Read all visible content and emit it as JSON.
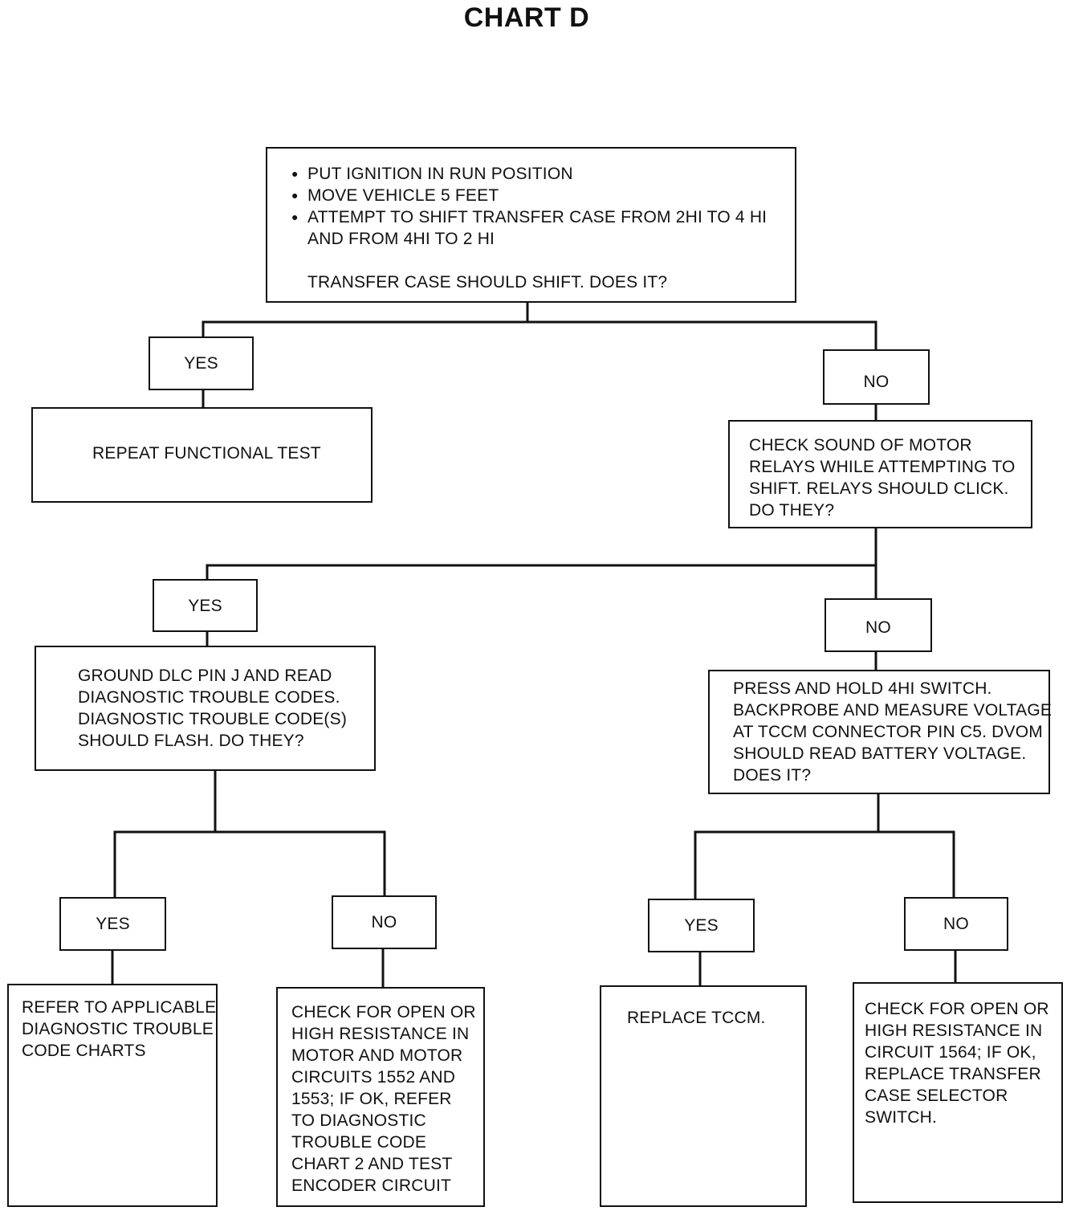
{
  "title": "CHART D",
  "start": {
    "bullets": [
      "PUT IGNITION IN RUN POSITION",
      "MOVE VEHICLE 5 FEET",
      "ATTEMPT TO SHIFT TRANSFER CASE FROM 2HI TO 4 HI"
    ],
    "bullet_continuation": "AND FROM 4HI TO 2 HI",
    "question": "TRANSFER CASE SHOULD SHIFT. DOES IT?"
  },
  "labels": {
    "yes": "YES",
    "no": "NO"
  },
  "repeat_test": "REPEAT FUNCTIONAL TEST",
  "motor_relays": [
    "CHECK SOUND OF MOTOR",
    "RELAYS WHILE ATTEMPTING TO",
    "SHIFT. RELAYS SHOULD CLICK.",
    "DO THEY?"
  ],
  "ground_dlc": [
    "GROUND DLC PIN J AND READ",
    "DIAGNOSTIC TROUBLE CODES.",
    "DIAGNOSTIC TROUBLE CODE(S)",
    "SHOULD FLASH. DO THEY?"
  ],
  "press_hold": [
    "PRESS AND HOLD 4HI SWITCH.",
    "BACKPROBE AND MEASURE VOLTAGE",
    "AT TCCM CONNECTOR PIN C5. DVOM",
    "SHOULD READ BATTERY VOLTAGE.",
    "DOES IT?"
  ],
  "refer_charts": [
    "REFER TO APPLICABLE",
    "DIAGNOSTIC TROUBLE",
    "CODE CHARTS"
  ],
  "check_motor_circuits": [
    "CHECK FOR OPEN OR",
    "HIGH RESISTANCE IN",
    "MOTOR AND MOTOR",
    "CIRCUITS 1552 AND",
    "1553; IF OK, REFER",
    "TO DIAGNOSTIC",
    "TROUBLE CODE",
    "CHART 2 AND TEST",
    "ENCODER CIRCUIT"
  ],
  "replace_tccm": "REPLACE TCCM.",
  "check_circuit_1564": [
    "CHECK FOR OPEN OR",
    "HIGH RESISTANCE IN",
    "CIRCUIT 1564; IF OK,",
    "REPLACE TRANSFER",
    "CASE SELECTOR",
    "SWITCH."
  ],
  "colors": {
    "ink": "#111111",
    "paper": "#ffffff"
  }
}
